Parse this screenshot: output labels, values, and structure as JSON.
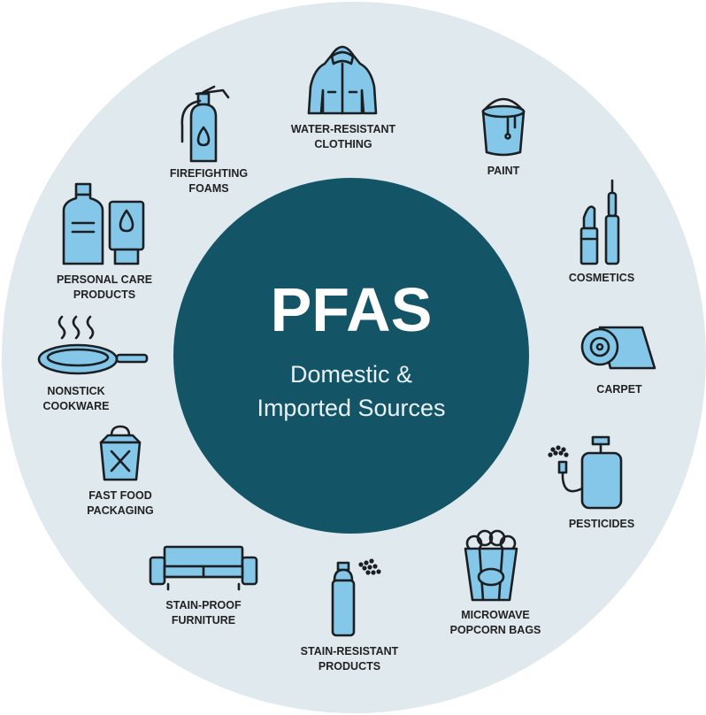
{
  "center": {
    "title": "PFAS",
    "subtitle_line1": "Domestic &",
    "subtitle_line2": "Imported Sources"
  },
  "colors": {
    "outer_ring": "#e0e9ee",
    "center_circle": "#135567",
    "icon_fill": "#84c7e8",
    "icon_stroke": "#1b1f22"
  },
  "sources": [
    {
      "id": "water-resistant-clothing",
      "line1": "WATER-RESISTANT",
      "line2": "CLOTHING",
      "icon": "hooded-jacket-icon"
    },
    {
      "id": "paint",
      "line1": "PAINT",
      "line2": "",
      "icon": "paint-bucket-icon"
    },
    {
      "id": "cosmetics",
      "line1": "COSMETICS",
      "line2": "",
      "icon": "lipstick-mascara-icon"
    },
    {
      "id": "carpet",
      "line1": "CARPET",
      "line2": "",
      "icon": "carpet-roll-icon"
    },
    {
      "id": "pesticides",
      "line1": "PESTICIDES",
      "line2": "",
      "icon": "pressure-sprayer-icon"
    },
    {
      "id": "microwave-popcorn-bags",
      "line1": "MICROWAVE",
      "line2": "POPCORN BAGS",
      "icon": "popcorn-bag-icon"
    },
    {
      "id": "stain-resistant-products",
      "line1": "STAIN-RESISTANT",
      "line2": "PRODUCTS",
      "icon": "spray-can-icon"
    },
    {
      "id": "stain-proof-furniture",
      "line1": "STAIN-PROOF",
      "line2": "FURNITURE",
      "icon": "sofa-icon"
    },
    {
      "id": "fast-food-packaging",
      "line1": "FAST FOOD",
      "line2": "PACKAGING",
      "icon": "takeout-box-icon"
    },
    {
      "id": "nonstick-cookware",
      "line1": "NONSTICK",
      "line2": "COOKWARE",
      "icon": "frying-pan-icon"
    },
    {
      "id": "personal-care-products",
      "line1": "PERSONAL CARE",
      "line2": "PRODUCTS",
      "icon": "bottle-tube-icon"
    },
    {
      "id": "firefighting-foams",
      "line1": "FIREFIGHTING",
      "line2": "FOAMS",
      "icon": "fire-extinguisher-icon"
    }
  ]
}
